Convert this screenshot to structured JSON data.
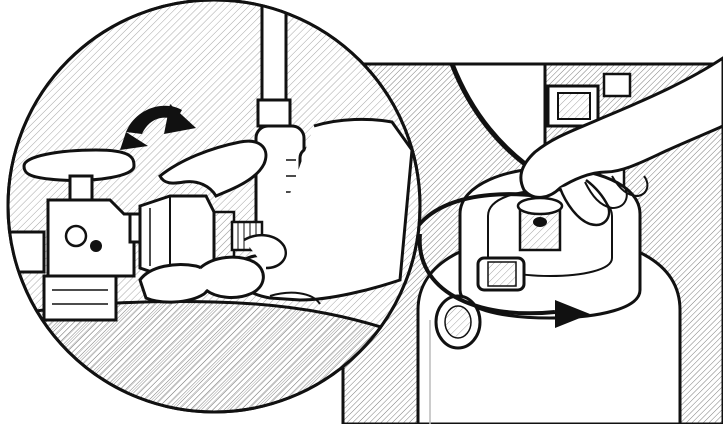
{
  "figure": {
    "kind": "technical line illustration",
    "panels": [
      "regulator-connection-closeup",
      "tank-valve-connection"
    ],
    "visible_text": [],
    "colors": {
      "ink": "#111111",
      "hatch": "#8a8a8a",
      "background": "#ffffff"
    },
    "icon_names": [
      "rotation-arrow-icon",
      "circular-direction-arrow-icon"
    ]
  }
}
